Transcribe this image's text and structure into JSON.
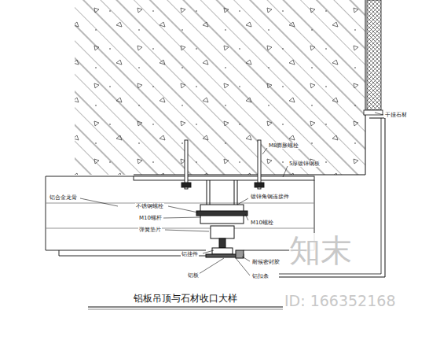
{
  "diagram": {
    "caption": "铝板吊顶与石材收口大样",
    "labels": [
      "干挂石材",
      "M8膨胀螺栓",
      "5厚镀锌钢板",
      "铝合金龙骨",
      "不锈钢螺栓",
      "M10螺杆",
      "弹簧垫片",
      "镀锌角钢连接件",
      "M10螺栓",
      "铝挂件",
      "铝板",
      "耐候密封胶",
      "铝扣条",
      "知末",
      "ID: 166352168"
    ]
  }
}
